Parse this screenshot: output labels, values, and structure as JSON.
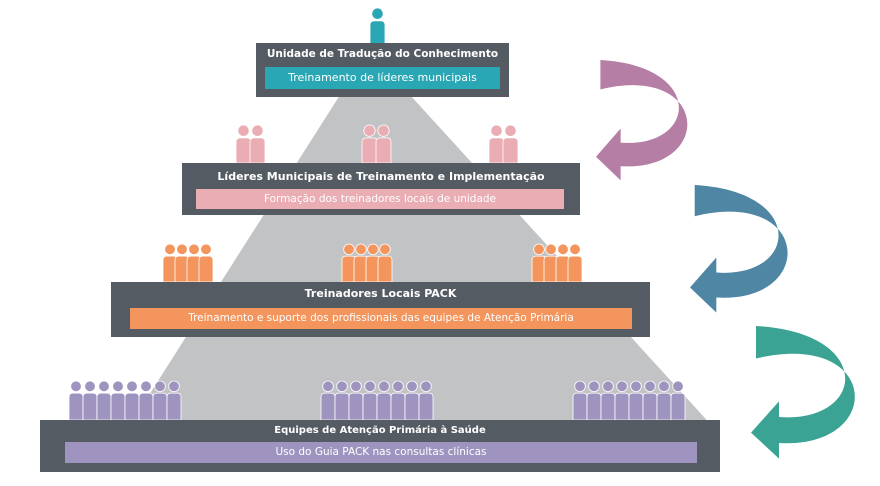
{
  "colors": {
    "tier_bg": "#555b62",
    "pyramid": "#c2c3c5",
    "teal": "#2aa7b4",
    "pink": "#e9adb3",
    "orange": "#f3955c",
    "purple": "#9e94bf",
    "arrow_mauve": "#b57ea5",
    "arrow_blue": "#4e86a4",
    "arrow_green": "#3aa394"
  },
  "icons": {
    "leader": "person-icon",
    "group": "people-group-icon",
    "arrow": "curved-arrow-icon"
  },
  "tiers": [
    {
      "id": "knowledge-unit",
      "title": "Unidade de Tradução do Conhecimento",
      "subtitle": "Treinamento de líderes municipais"
    },
    {
      "id": "municipal-leaders",
      "title": "Líderes Municipais de Treinamento e Implementação",
      "subtitle": "Formação dos treinadores locais de unidade"
    },
    {
      "id": "local-trainers",
      "title": "Treinadores Locais PACK",
      "subtitle": "Treinamento e suporte dos profissionais das equipes de Atenção Primária"
    },
    {
      "id": "primary-care-teams",
      "title": "Equipes de Atenção Primária à Saúde",
      "subtitle": "Uso do Guia PACK nas consultas clínicas"
    }
  ]
}
